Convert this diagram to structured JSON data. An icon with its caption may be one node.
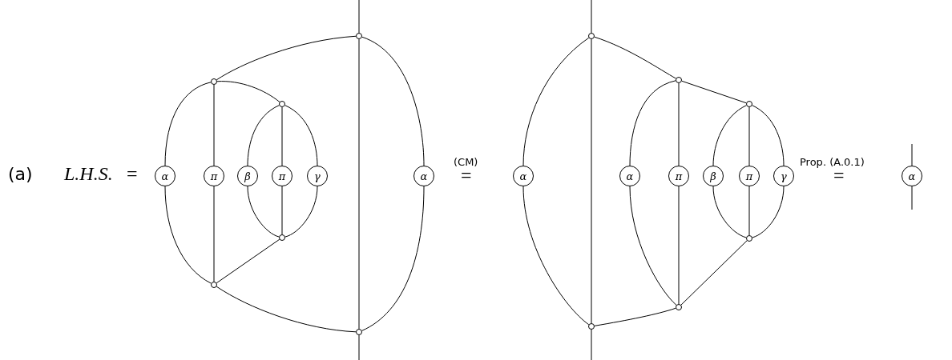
{
  "diagram": {
    "nodes": [
      {
        "text": [],
        "shape": "circle"
      },
      {
        "text": [],
        "shape": "circle"
      },
      {
        "text": [],
        "shape": "circle"
      },
      {
        "text": [
          "α"
        ]
      },
      {
        "text": [
          "π"
        ]
      },
      {
        "text": [
          "β"
        ]
      },
      {
        "text": [
          "π"
        ]
      },
      {
        "text": [
          "γ"
        ]
      },
      {
        "text": [
          "α"
        ]
      },
      {
        "text": [],
        "shape": "circle"
      },
      {
        "text": [],
        "shape": "circle"
      },
      {
        "text": [],
        "shape": "circle"
      },
      {
        "text": [],
        "shape": "circle"
      },
      {
        "text": [],
        "shape": "circle"
      },
      {
        "text": [],
        "shape": "circle"
      },
      {
        "text": [
          "α"
        ]
      },
      {
        "text": [
          "α"
        ]
      },
      {
        "text": [
          "π"
        ]
      },
      {
        "text": [
          "β"
        ]
      },
      {
        "text": [
          "π"
        ]
      },
      {
        "text": [
          "γ"
        ]
      },
      {
        "text": [],
        "shape": "circle"
      },
      {
        "text": [],
        "shape": "circle"
      },
      {
        "text": [],
        "shape": "circle"
      },
      {
        "text": [
          "α"
        ]
      }
    ],
    "edges": [
      {
        "from": null,
        "to": 0,
        "arrow": "none"
      },
      {
        "from": 0,
        "to": 11,
        "arrow": "none"
      },
      {
        "from": 11,
        "to": null,
        "arrow": "none"
      },
      {
        "from": 0,
        "to": 1,
        "arrow": "none"
      },
      {
        "from": 0,
        "to": 8,
        "arrow": "none"
      },
      {
        "from": 8,
        "to": 11,
        "arrow": "none"
      },
      {
        "from": 11,
        "to": 10,
        "arrow": "none"
      },
      {
        "from": 10,
        "to": 3,
        "arrow": "none"
      },
      {
        "from": 3,
        "to": 1,
        "arrow": "none"
      },
      {
        "from": 1,
        "to": 4,
        "arrow": "none"
      },
      {
        "from": 4,
        "to": 10,
        "arrow": "none"
      },
      {
        "from": 1,
        "to": 2,
        "arrow": "none"
      },
      {
        "from": 2,
        "to": 5,
        "arrow": "none"
      },
      {
        "from": 2,
        "to": 6,
        "arrow": "none"
      },
      {
        "from": 2,
        "to": 7,
        "arrow": "none"
      },
      {
        "from": 5,
        "to": 9,
        "arrow": "none"
      },
      {
        "from": 6,
        "to": 9,
        "arrow": "none"
      },
      {
        "from": 7,
        "to": 9,
        "arrow": "none"
      },
      {
        "from": 9,
        "to": 10,
        "arrow": "none"
      },
      {
        "from": null,
        "to": 12,
        "arrow": "none"
      },
      {
        "from": 12,
        "to": 23,
        "arrow": "none"
      },
      {
        "from": 23,
        "to": null,
        "arrow": "none"
      },
      {
        "from": 12,
        "to": 15,
        "arrow": "none"
      },
      {
        "from": 15,
        "to": 23,
        "arrow": "none"
      },
      {
        "from": 12,
        "to": 13,
        "arrow": "none"
      },
      {
        "from": 13,
        "to": 16,
        "arrow": "none"
      },
      {
        "from": 13,
        "to": 17,
        "arrow": "none"
      },
      {
        "from": 17,
        "to": 22,
        "arrow": "none"
      },
      {
        "from": 16,
        "to": 22,
        "arrow": "none"
      },
      {
        "from": 23,
        "to": 22,
        "arrow": "none"
      },
      {
        "from": 13,
        "to": 14,
        "arrow": "none"
      },
      {
        "from": 14,
        "to": 18,
        "arrow": "none"
      },
      {
        "from": 14,
        "to": 19,
        "arrow": "none"
      },
      {
        "from": 14,
        "to": 20,
        "arrow": "none"
      },
      {
        "from": 18,
        "to": 21,
        "arrow": "none"
      },
      {
        "from": 19,
        "to": 21,
        "arrow": "none"
      },
      {
        "from": 20,
        "to": 21,
        "arrow": "none"
      },
      {
        "from": 21,
        "to": 22,
        "arrow": "none"
      },
      {
        "from": null,
        "to": 24,
        "arrow": "none"
      },
      {
        "from": 24,
        "to": null,
        "arrow": "none"
      }
    ],
    "labels": [
      "(a)",
      "L.H.S.",
      "=",
      "(CM)",
      "=",
      "Prop. (A.0.1)",
      "="
    ]
  }
}
